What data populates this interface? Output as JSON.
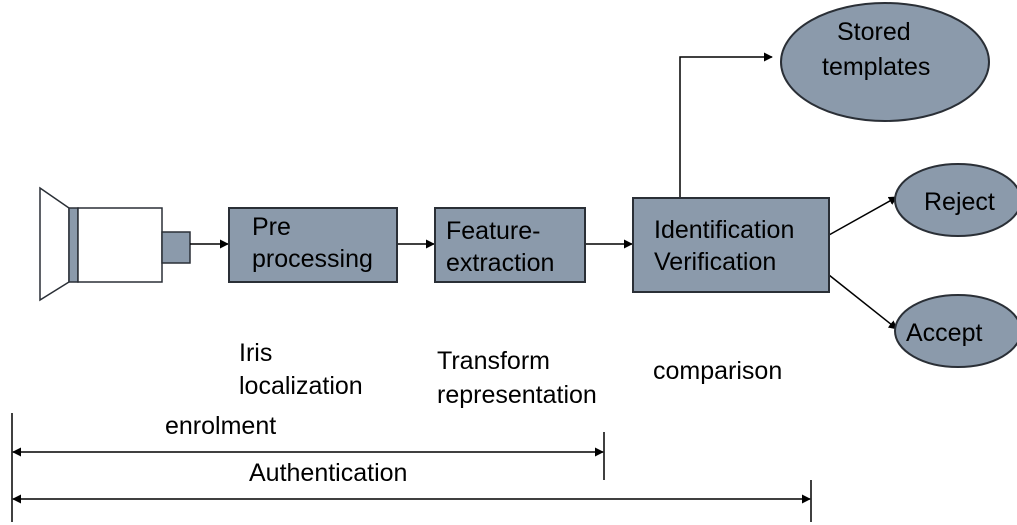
{
  "boxes": {
    "preprocessing": [
      "Pre",
      "processing"
    ],
    "feature_extraction": [
      "Feature-",
      "extraction"
    ],
    "identification": [
      "Identification",
      "Verification"
    ]
  },
  "ellipses": {
    "stored_templates": [
      "Stored",
      "templates"
    ],
    "reject": "Reject",
    "accept": "Accept"
  },
  "notes": {
    "iris_localization": [
      "Iris",
      "localization"
    ],
    "transform_representation": [
      "Transform",
      "representation"
    ],
    "comparison": "comparison"
  },
  "spans": {
    "enrolment": "enrolment",
    "authentication": "Authentication"
  },
  "colors": {
    "fill": "#8b9aab",
    "stroke": "#2a2f36",
    "line": "#000000"
  }
}
